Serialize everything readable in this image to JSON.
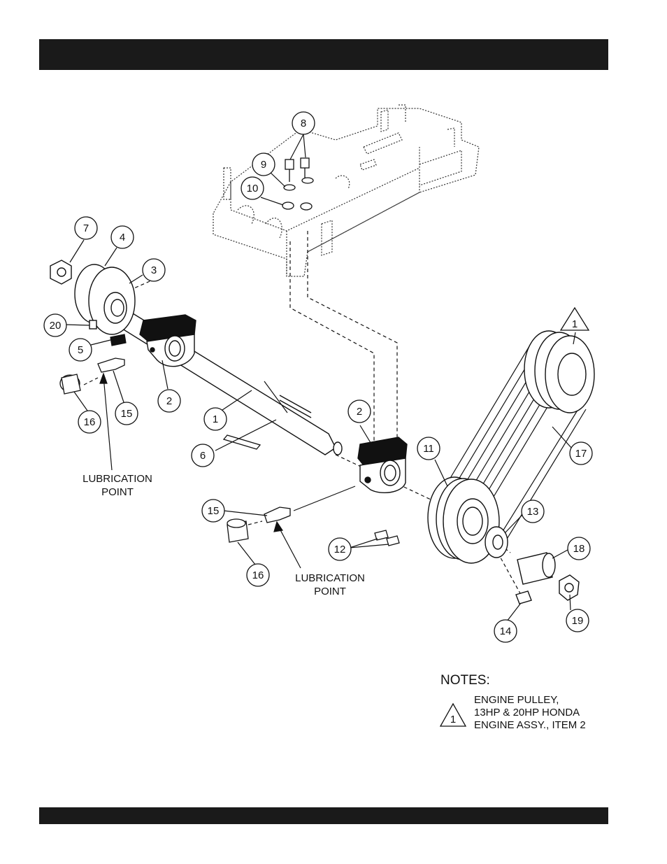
{
  "diagram": {
    "callouts": {
      "c1": "1",
      "c2a": "2",
      "c2b": "2",
      "c3": "3",
      "c4": "4",
      "c5": "5",
      "c6": "6",
      "c7": "7",
      "c8": "8",
      "c9": "9",
      "c10": "10",
      "c11": "11",
      "c12": "12",
      "c13": "13",
      "c14": "14",
      "c15a": "15",
      "c15b": "15",
      "c16a": "16",
      "c16b": "16",
      "c17": "17",
      "c18": "18",
      "c19": "19",
      "c20": "20",
      "tri1": "1"
    },
    "lubrication_left": {
      "line1": "LUBRICATION",
      "line2": "POINT"
    },
    "lubrication_center": {
      "line1": "LUBRICATION",
      "line2": "POINT"
    }
  },
  "notes": {
    "title": "NOTES:",
    "triangle_number": "1",
    "lines": [
      "ENGINE PULLEY,",
      "13HP & 20HP HONDA",
      "ENGINE ASSY., ITEM 2"
    ]
  }
}
